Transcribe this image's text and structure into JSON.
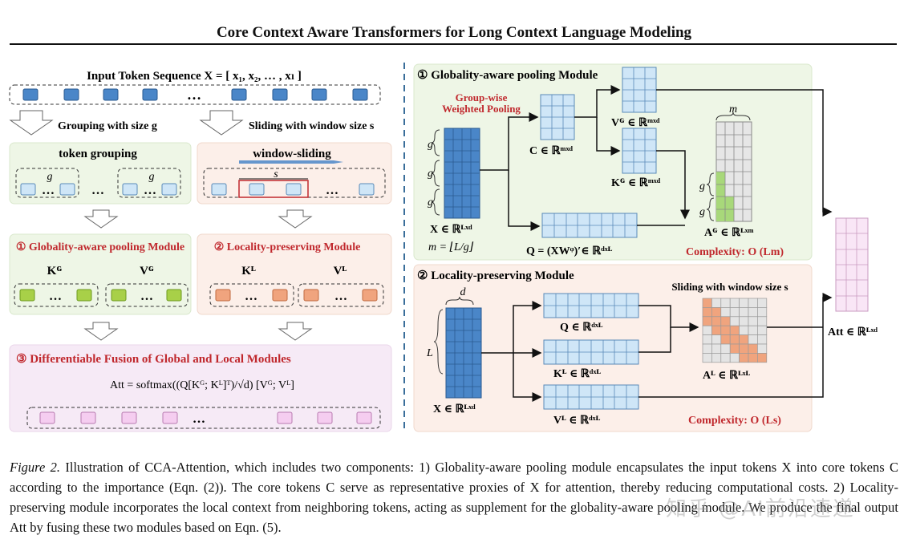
{
  "title": "Core Context Aware Transformers for Long Context Language Modeling",
  "left": {
    "input_label": "Input Token Sequence X = [ x₁, x₂, … , xₗ ]",
    "grouping_label": "Grouping with size g",
    "sliding_label": "Sliding with window size s",
    "token_grouping": "token grouping",
    "window_sliding": "window-sliding",
    "g": "g",
    "s": "s",
    "ellipsis": "…",
    "glob_module": "① Globality-aware pooling Module",
    "loc_module": "② Locality-preserving Module",
    "kg": "Kᴳ",
    "vg": "Vᴳ",
    "kl": "Kᴸ",
    "vl": "Vᴸ",
    "fusion_module": "③ Differentiable Fusion of Global and Local Modules",
    "att_formula": "Att = softmax((Q[Kᴳ; Kᴸ]ᵀ)/√d) [Vᴳ; Vᴸ]"
  },
  "right_top": {
    "title": "① Globality-aware pooling Module",
    "group_wise_1": "Group-wise",
    "group_wise_2": "Weighted Pooling",
    "g": "g",
    "x_label": "X ∈ ℝᴸˣᵈ",
    "m_eq": "m = ⌊L/g⌋",
    "c_label": "C ∈ ℝᵐˣᵈ",
    "vg_label": "Vᴳ ∈ ℝᵐˣᵈ",
    "kg_label": "Kᴳ ∈ ℝᵐˣᵈ",
    "q_label": "Q = (XWᵠ)′∈ ℝᵈˣᴸ",
    "m": "m",
    "ag_label": "Aᴳ ∈ ℝᴸˣᵐ",
    "complexity": "Complexity: O (Lm)"
  },
  "right_bottom": {
    "title": "② Locality-preserving Module",
    "d": "d",
    "L": "L",
    "x_label": "X ∈ ℝᴸˣᵈ",
    "q_label": "Q ∈ ℝᵈˣᴸ",
    "kl_label": "Kᴸ ∈ ℝᵈˣᴸ",
    "vl_label": "Vᴸ ∈ ℝᵈˣᴸ",
    "sliding": "Sliding with window size s",
    "al_label": "Aᴸ ∈ ℝᴸˣᴸ",
    "complexity": "Complexity: O (Ls)"
  },
  "att_label": "Att ∈ ℝᴸˣᵈ",
  "caption": {
    "label": "Figure 2.",
    "text": " Illustration of CCA-Attention, which includes two components: 1) Globality-aware pooling module encapsulates the input tokens X into core tokens C according to the importance (Eqn. (2)). The core tokens C serve as representative proxies of X for attention, thereby reducing computational costs. 2) Locality-preserving module incorporates the local context from neighboring tokens, acting as supplement for the globality-aware pooling module. We produce the final output Att by fusing these two modules based on Eqn. (5)."
  },
  "watermark": "知乎 @AI前沿速递",
  "colors": {
    "token_blue": "#4a86c8",
    "light_blue": "#cfe6f7",
    "green_token": "#a8d048",
    "orange_token": "#f0a47e",
    "pink_token": "#f5cdf0",
    "module_red": "#c0282d",
    "green_panel": "#eef6e6",
    "peach_panel": "#fcefe9",
    "pink_panel": "#f6eaf6"
  }
}
